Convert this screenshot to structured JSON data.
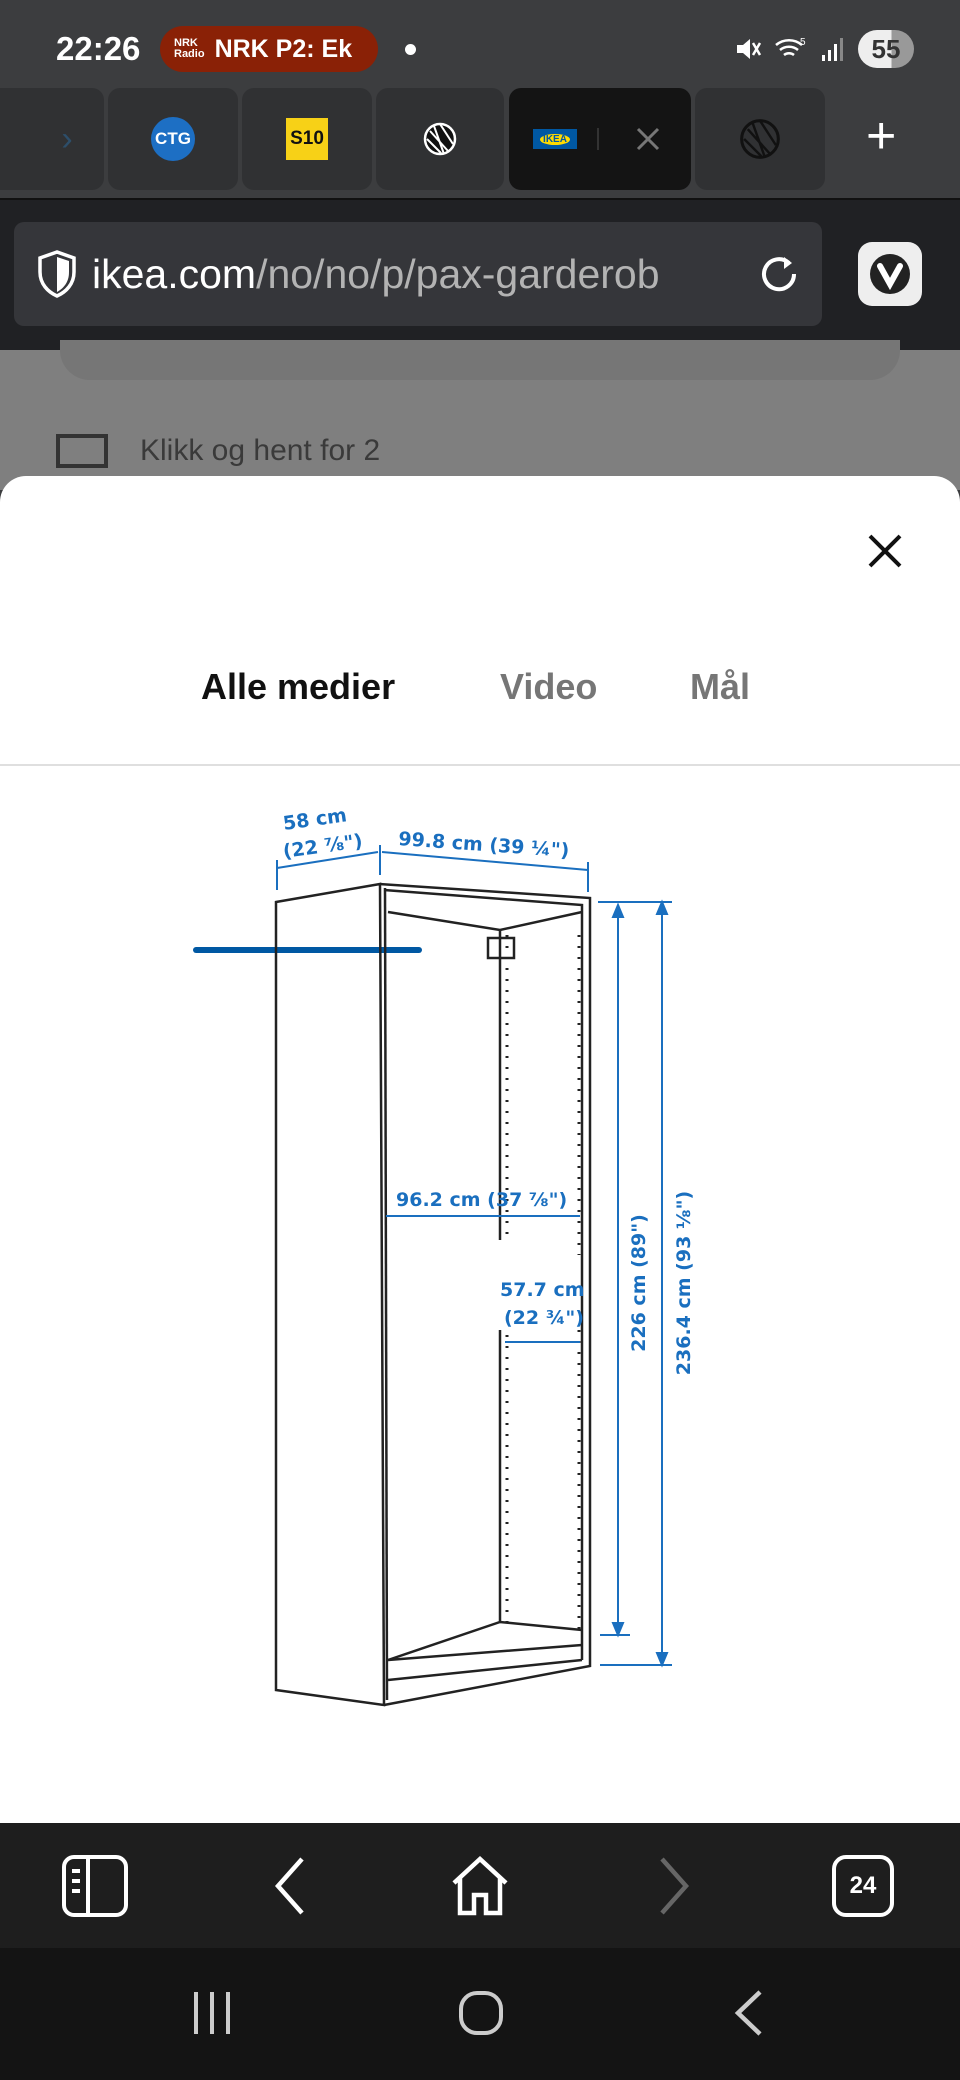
{
  "status_bar": {
    "time": "22:26",
    "media_logo": "NRK Radio",
    "media_title": "NRK P2: Ek",
    "battery": "55",
    "icons": [
      "mute-icon",
      "wifi-icon",
      "signal-icon",
      "battery-icon"
    ]
  },
  "browser_tabs": [
    {
      "icon": "partial-tab",
      "label": ""
    },
    {
      "icon": "ctg-favicon",
      "label": "CTG"
    },
    {
      "icon": "s10-favicon",
      "label": "S10"
    },
    {
      "icon": "globe-lines-favicon",
      "label": ""
    },
    {
      "icon": "ikea-favicon",
      "label": "IKEA",
      "active": true
    },
    {
      "icon": "globe-lines-favicon",
      "label": ""
    }
  ],
  "address_bar": {
    "domain": "ikea.com",
    "path": "/no/no/p/pax-garderob"
  },
  "background_text": "Klikk og hent for 2",
  "modal": {
    "tabs": [
      {
        "label": "Alle medier",
        "active": true
      },
      {
        "label": "Video"
      },
      {
        "label": "Mål"
      }
    ],
    "dimensions": {
      "depth": "58 cm",
      "depth_in": "(22 ⅞\")",
      "width": "99.8 cm (39 ¼\")",
      "inner_width": "96.2 cm (37 ⅞\")",
      "inner_depth": "57.7 cm",
      "inner_depth_in": "(22 ¾\")",
      "inner_height": "226 cm (89\")",
      "height": "236.4 cm (93 ⅛\")"
    },
    "accent_color": "#0058a3"
  },
  "bottom_toolbar": {
    "tab_count": "24"
  }
}
